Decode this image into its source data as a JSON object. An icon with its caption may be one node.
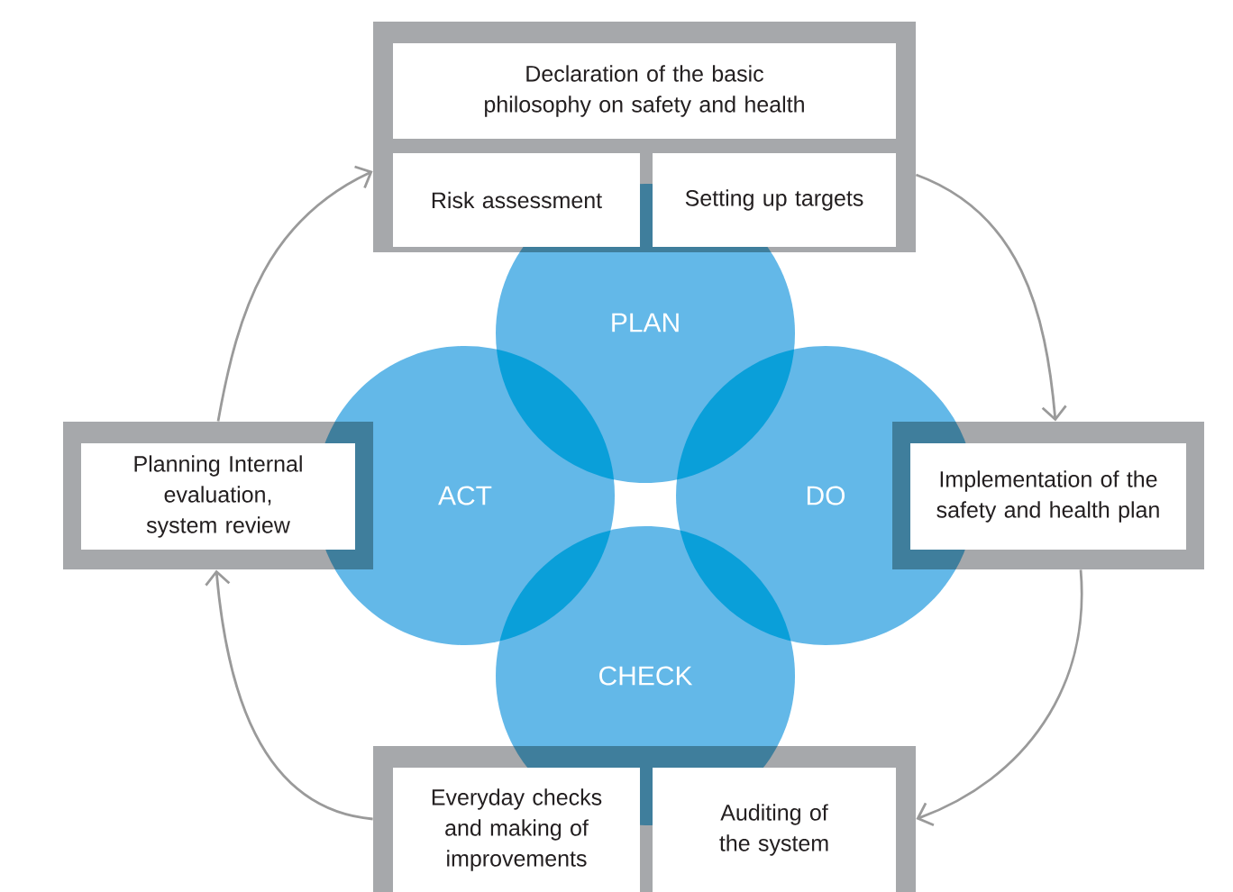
{
  "diagram": {
    "nodes": [
      {
        "text": [],
        "shape": "box"
      },
      {
        "text": [
          "Declaration of the basic philosophy on safety and health"
        ],
        "in": 0
      },
      {
        "text": [
          "Risk assessment"
        ],
        "in": 0
      },
      {
        "text": [
          "Setting up targets"
        ],
        "in": 0
      },
      {
        "text": [
          "PLAN"
        ]
      },
      {
        "text": [
          "ACT"
        ]
      },
      {
        "text": [
          "DO"
        ]
      },
      {
        "text": [
          "CHECK"
        ]
      },
      {
        "text": [],
        "shape": "box"
      },
      {
        "text": [
          "Planning Internal evaluation, system review"
        ],
        "in": 8
      },
      {
        "text": [],
        "shape": "box"
      },
      {
        "text": [
          "Implementation of the safety and health plan"
        ],
        "in": 10
      },
      {
        "text": [],
        "shape": "box"
      },
      {
        "text": [
          "Everyday checks and making of improvements"
        ],
        "in": 12
      },
      {
        "text": [
          "Auditing of the system"
        ],
        "in": 12
      }
    ],
    "edges": [
      {
        "from": 0,
        "to": 10,
        "arrow": "to"
      },
      {
        "from": 10,
        "to": 12,
        "arrow": "to"
      },
      {
        "from": 12,
        "to": 8,
        "arrow": "to"
      },
      {
        "from": 8,
        "to": 0,
        "arrow": "to"
      }
    ]
  }
}
